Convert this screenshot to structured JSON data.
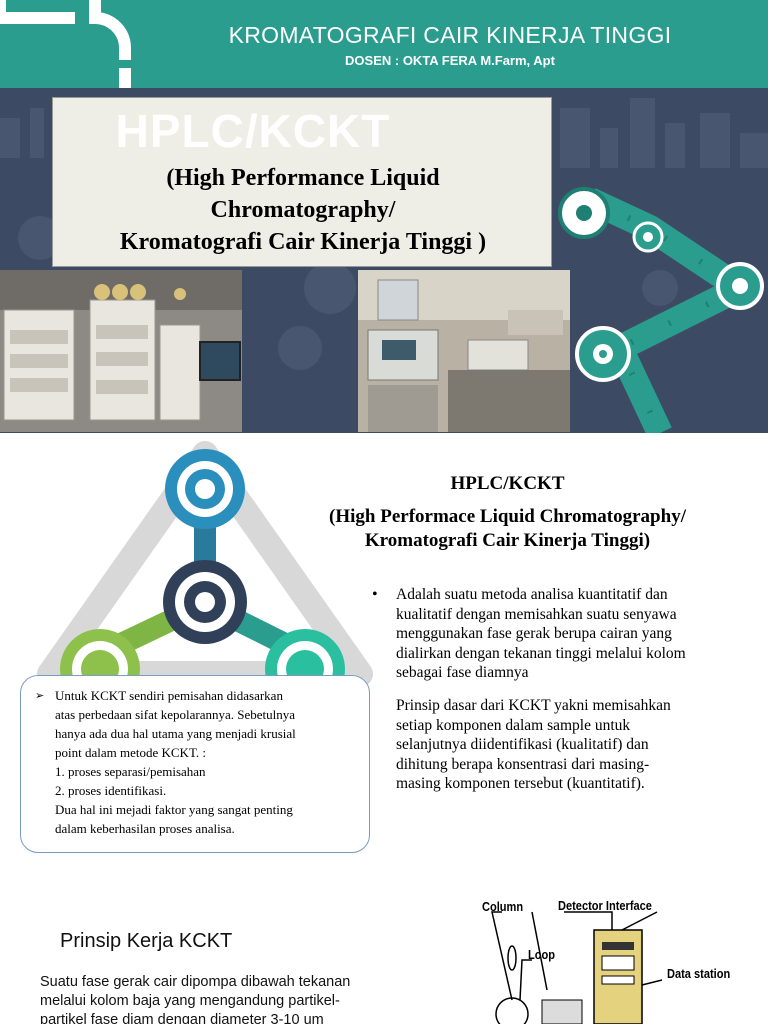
{
  "slide1": {
    "header_title": "KROMATOGRAFI CAIR KINERJA TINGGI",
    "header_subtitle": "DOSEN : OKTA FERA M.Farm, Apt",
    "title_big": "HPLC/KCKT",
    "title_lines": [
      "(High Performance Liquid",
      "Chromatography/",
      "Kromatografi Cair Kinerja Tinggi )"
    ],
    "colors": {
      "header": "#2a9d8f",
      "background": "#3d4a63",
      "accent": "#2a9d8f"
    }
  },
  "slide2": {
    "title": "HPLC/KCKT",
    "subtitle_lines": [
      "(High Performace Liquid Chromatography/",
      "Kromatografi Cair Kinerja Tinggi)"
    ],
    "bullet_lines": [
      "Adalah suatu metoda analisa kuantitatif dan",
      "kualitatif dengan memisahkan suatu senyawa",
      "menggunakan fase gerak berupa cairan yang",
      "dialirkan dengan tekanan tinggi melalui kolom",
      "sebagai fase diamnya"
    ],
    "para2_lines": [
      "Prinsip dasar dari KCKT yakni memisahkan",
      "setiap komponen dalam sample untuk",
      "selanjutnya diidentifikasi (kualitatif) dan",
      "dihitung berapa konsentrasi dari masing-",
      "masing komponen tersebut (kuantitatif)."
    ],
    "note_lines": [
      "Untuk KCKT sendiri pemisahan didasarkan",
      "atas perbedaan sifat kepolarannya. Sebetulnya",
      "hanya ada dua hal utama yang menjadi krusial",
      "point dalam metode KCKT. :",
      "1. proses separasi/pemisahan",
      "2. proses identifikasi.",
      "Dua hal ini mejadi faktor yang sangat penting",
      "dalam keberhasilan proses analisa."
    ]
  },
  "slide3": {
    "heading": "Prinsip Kerja KCKT",
    "text_lines": [
      "Suatu fase gerak cair dipompa dibawah tekanan",
      "melalui kolom baja yang mengandung partikel-",
      "partikel fase diam dengan diameter 3-10 um"
    ],
    "diagram_labels": {
      "column": "Column",
      "detector": "Detector Interface",
      "loop": "Loop",
      "data_station": "Data station"
    }
  }
}
